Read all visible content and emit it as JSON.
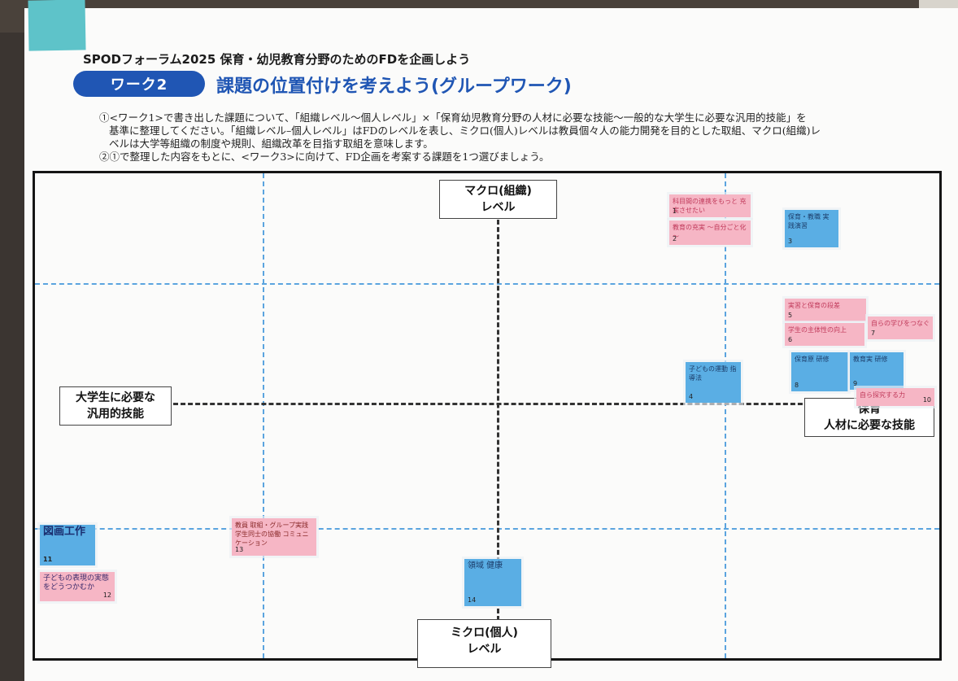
{
  "header": {
    "title": "SPODフォーラム2025 保育・幼児教育分野のためのFDを企画しよう",
    "work_label": "ワーク2",
    "subtitle": "課題の位置付けを考えよう(グループワーク)"
  },
  "instructions": [
    "①<ワーク1>で書き出した課題について、「組織レベル～個人レベル」×「保育幼児教育分野の人材に必要な技能～一般的な大学生に必要な汎用的技能」を",
    "基準に整理してください。「組織レベル–個人レベル」はFDのレベルを表し、ミクロ(個人)レベルは教員個々人の能力開発を目的とした取組、マクロ(組織)レ",
    "ベルは大学等組織の制度や規則、組織改革を目指す取組を意味します。",
    "②①で整理した内容をもとに、<ワーク3>に向けて、FD企画を考案する課題を1つ選びましょう。"
  ],
  "axes": {
    "top": [
      "マクロ(組織)",
      "レベル"
    ],
    "bottom": [
      "ミクロ(個人)",
      "レベル"
    ],
    "left": [
      "大学生に必要な",
      "汎用的技能"
    ],
    "right": [
      "保育",
      "人材に必要な技能"
    ]
  },
  "notes": {
    "n1": {
      "text": "保育・教職 実践演習",
      "num": "3"
    },
    "n2": {
      "text": "子どもの運動 指導法",
      "num": "4"
    },
    "n3": {
      "text": "保育原 研修",
      "num": "8"
    },
    "n4": {
      "text": "教育実 研修",
      "num": "9"
    },
    "n5": {
      "text": "図画工作",
      "num": "11"
    },
    "n6": {
      "text": "子どもの表現の実態をどうつかむか",
      "num": "12"
    },
    "n7": {
      "text": "領域 健康",
      "num": "14"
    },
    "n8": {
      "text": "科目間の連携をもっと 充実させたい",
      "num": "1"
    },
    "n9": {
      "text": "教育の充実 ～自分ごと化～",
      "num": "2"
    },
    "n10": {
      "text": "実習と保育の段差",
      "num": "5"
    },
    "n11": {
      "text": "学生の主体性の向上",
      "num": "6"
    },
    "n12": {
      "text": "自らの学びをつなぐ",
      "num": "7"
    },
    "n13": {
      "text": "自ら探究する力",
      "num": "10"
    },
    "n14": {
      "text": "教員 取組・グループ実践 学生同士の協働 コミュニケーション",
      "num": "13"
    }
  },
  "colors": {
    "pill": "#2056b4",
    "grid": "#5ba4df",
    "pink_note": "#f6b6c5",
    "blue_note": "#5aaee4"
  }
}
